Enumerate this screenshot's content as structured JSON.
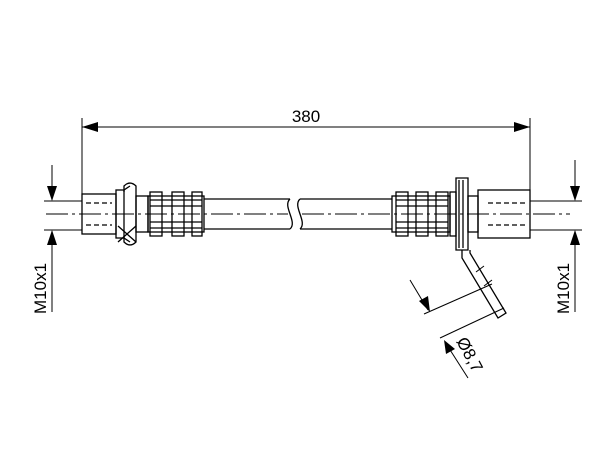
{
  "drawing": {
    "length_dimension": "380",
    "left_thread": "M10x1",
    "right_thread": "M10x1",
    "bracket_hole": "Ø8,7"
  }
}
